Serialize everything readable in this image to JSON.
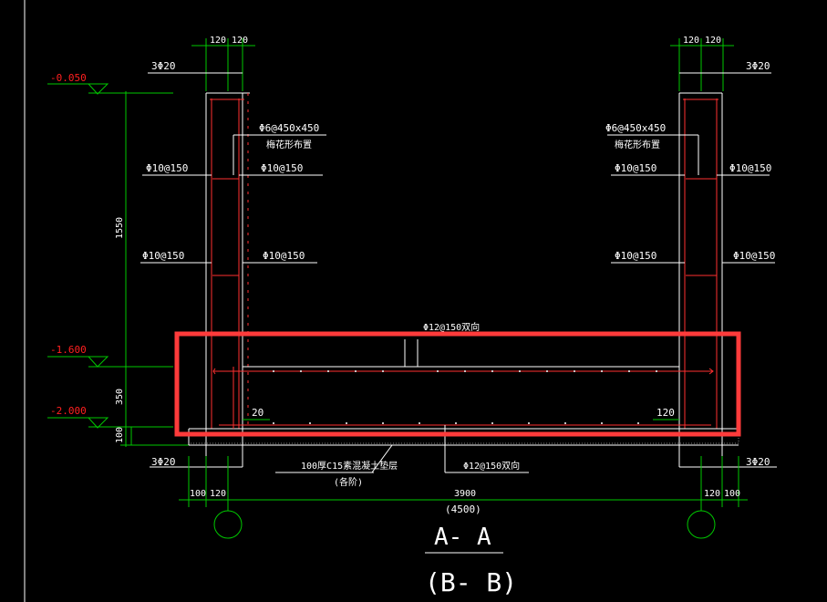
{
  "drawing": {
    "title": "A- A",
    "subtitle": "(B- B)",
    "colors": {
      "background": "#000000",
      "dim": "#00c800",
      "wall": "#ffffff",
      "rebar": "#ff3030",
      "elev": "#ff2020",
      "highlight": "#ff3b3b",
      "text": "#ffffff"
    },
    "elevations": [
      "-0.050",
      "-1.600",
      "-2.000"
    ],
    "vertical_dims": [
      "1550",
      "350",
      "100"
    ],
    "top_dims_left": [
      "120",
      "120"
    ],
    "top_dims_right": [
      "120",
      "120"
    ],
    "bottom_dims": [
      "100",
      "120",
      "3900",
      "120",
      "100"
    ],
    "total_span": "(4500)",
    "inner_dims": [
      "20",
      "120"
    ],
    "labels": {
      "top_left_bar": "3Φ20",
      "top_right_bar": "3Φ20",
      "bottom_left_bar": "3Φ20",
      "bottom_right_bar": "3Φ20",
      "tie_left": "Φ6@450x450",
      "tie_left_note": "梅花形布置",
      "tie_right": "Φ6@450x450",
      "tie_right_note": "梅花形布置",
      "wall_ll_upper": "Φ10@150",
      "wall_lr_upper": "Φ10@150",
      "wall_ll_lower": "Φ10@150",
      "wall_lr_lower": "Φ10@150",
      "wall_rl_upper": "Φ10@150",
      "wall_rr_upper": "Φ10@150",
      "wall_rl_lower": "Φ10@150",
      "wall_rr_lower": "Φ10@150",
      "slab_top": "Φ12@150双向",
      "slab_bottom": "Φ12@150双向",
      "cushion": "100厚C15素混凝土垫层",
      "cushion_note": "(各阶)"
    }
  }
}
